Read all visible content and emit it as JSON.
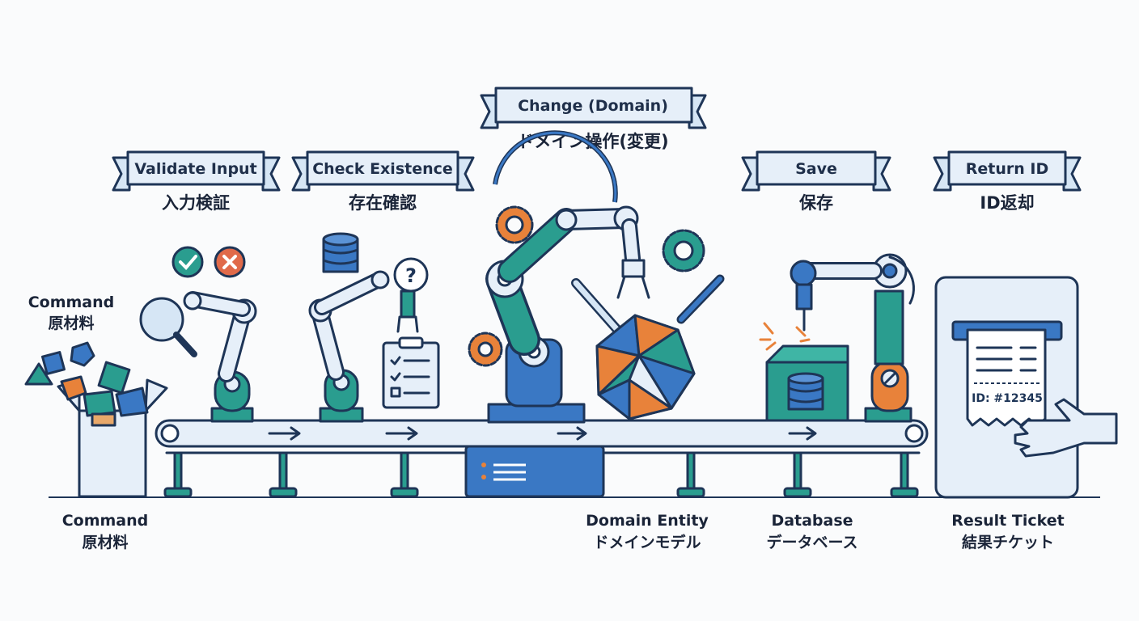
{
  "stages": {
    "validate": {
      "en": "Validate Input",
      "jp": "入力検証"
    },
    "check": {
      "en": "Check Existence",
      "jp": "存在確認"
    },
    "change": {
      "en": "Change (Domain)",
      "jp": "ドメイン操作(変更)"
    },
    "save": {
      "en": "Save",
      "jp": "保存"
    },
    "return": {
      "en": "Return ID",
      "jp": "ID返却"
    }
  },
  "command_top": {
    "en": "Command",
    "jp": "原材料"
  },
  "captions": {
    "command": {
      "en": "Command",
      "jp": "原材料"
    },
    "domain_entity": {
      "en": "Domain Entity",
      "jp": "ドメインモデル"
    },
    "database": {
      "en": "Database",
      "jp": "データベース"
    },
    "result_ticket": {
      "en": "Result Ticket",
      "jp": "結果チケット"
    }
  },
  "ticket": {
    "id_text": "ID: #12345"
  },
  "colors": {
    "outline": "#1e3557",
    "teal": "#2a9d8f",
    "blue": "#3a78c4",
    "orange": "#e8823a",
    "light": "#e6eff9",
    "red": "#e06a4a"
  }
}
